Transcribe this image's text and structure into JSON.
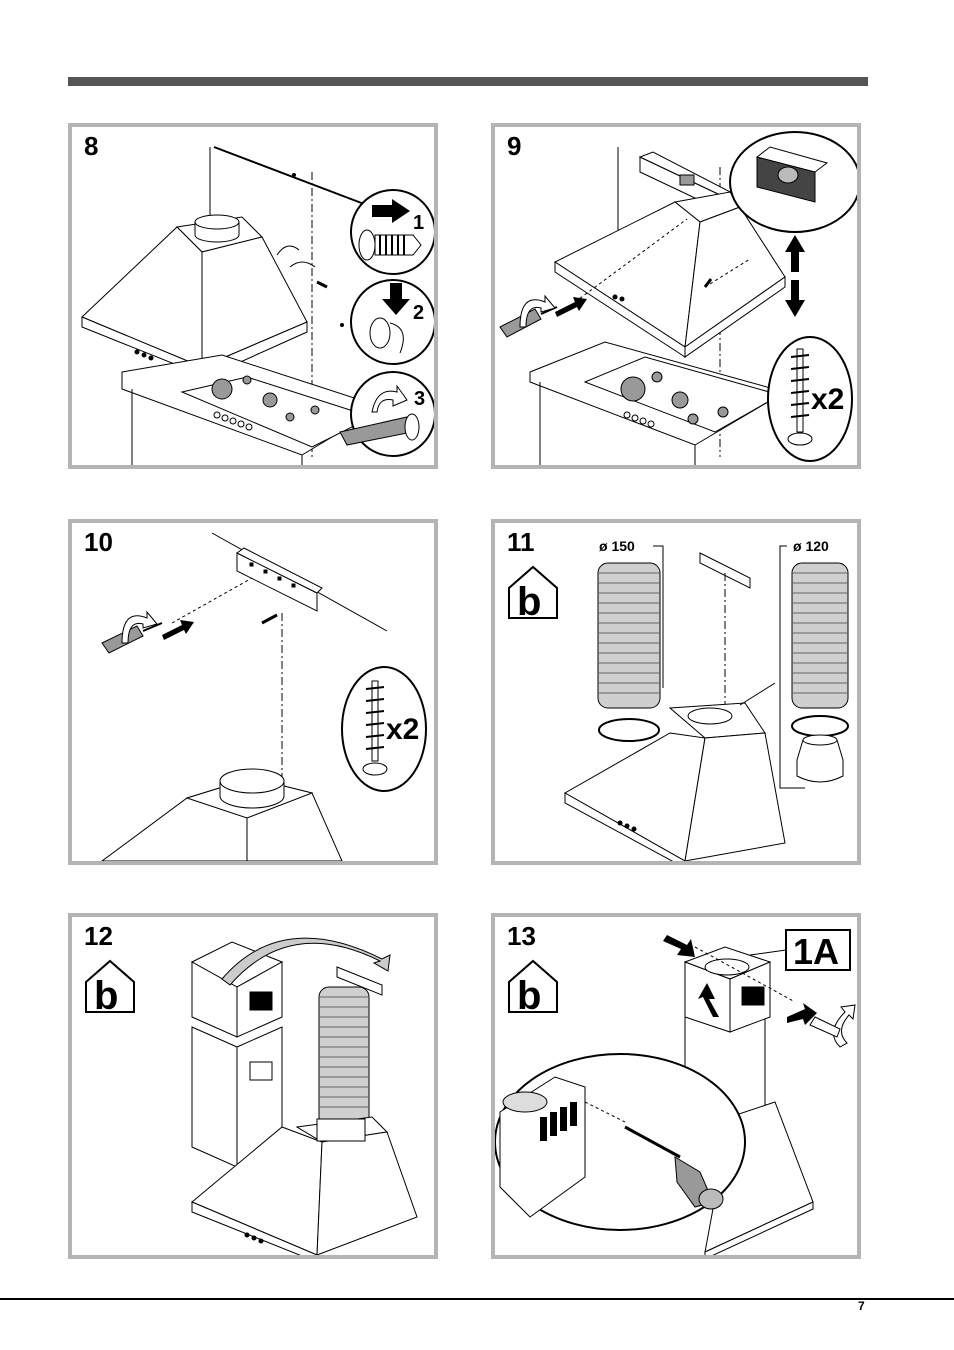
{
  "panels": [
    {
      "step": "8",
      "callouts": [
        "1",
        "2",
        "3"
      ]
    },
    {
      "step": "9",
      "quantity": "x2"
    },
    {
      "step": "10",
      "quantity": "x2"
    },
    {
      "step": "11",
      "diameter_left": "ø 150",
      "diameter_right": "ø 120"
    },
    {
      "step": "12"
    },
    {
      "step": "13",
      "badge": "1A"
    }
  ],
  "page_number": "7",
  "colors": {
    "frame": "#b4b4b4",
    "topbar": "#555555",
    "duct": "#cfcfcf"
  },
  "icons": [
    "screw-icon",
    "arrow-icon",
    "screwdriver-icon",
    "spirit-level-icon",
    "house-b-icon",
    "duct-icon",
    "hood-icon"
  ]
}
